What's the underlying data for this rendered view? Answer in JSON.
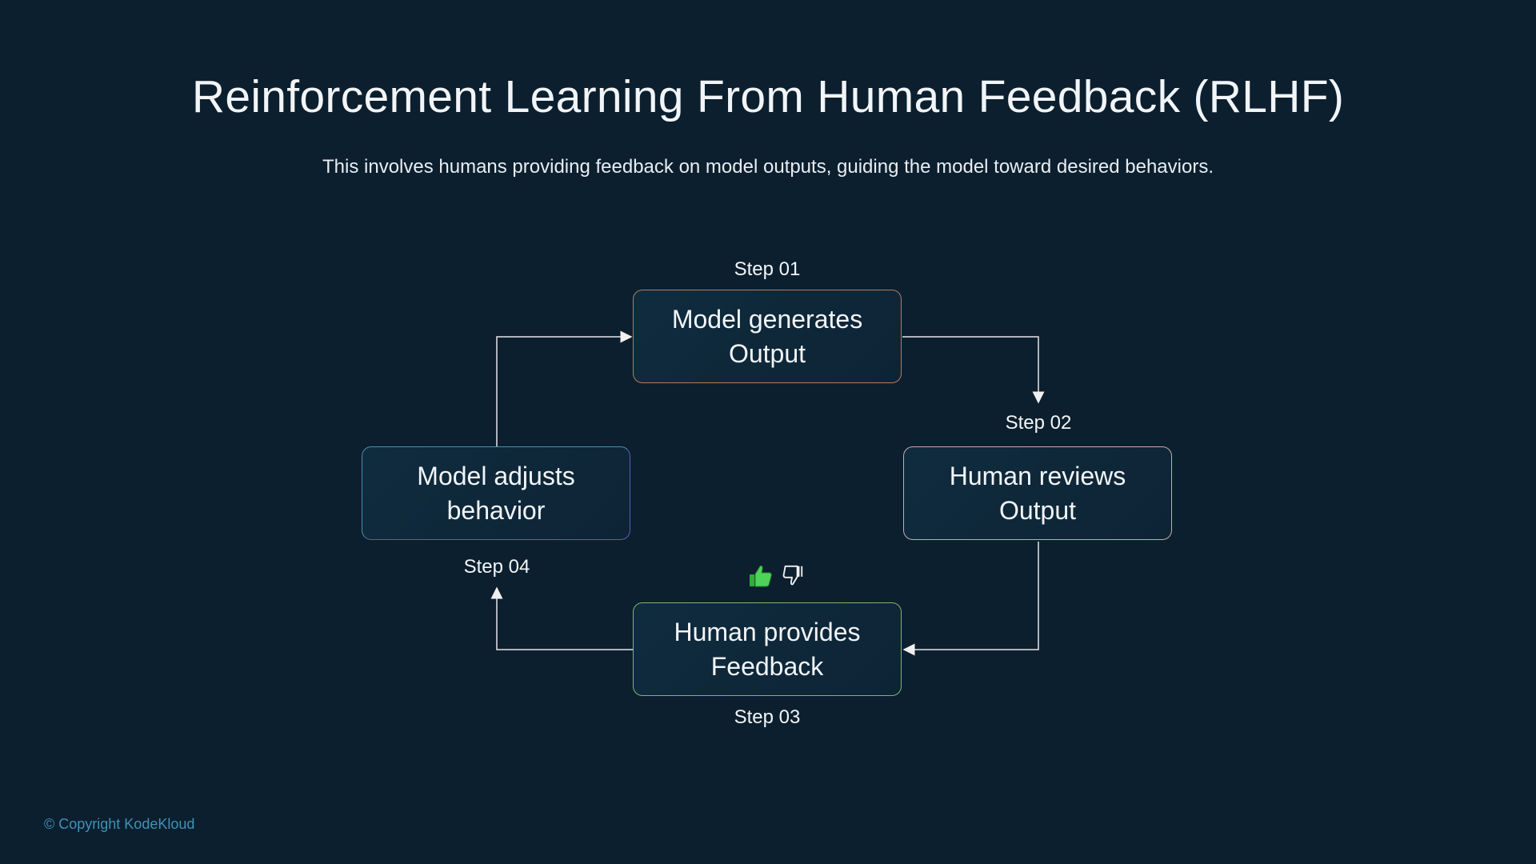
{
  "title": "Reinforcement Learning From Human Feedback (RLHF)",
  "subtitle": "This involves humans providing feedback on model outputs, guiding the model toward desired behaviors.",
  "steps": [
    {
      "label": "Step 01",
      "line1": "Model generates",
      "line2": "Output",
      "border": "#b57d5c"
    },
    {
      "label": "Step 02",
      "line1": "Human reviews",
      "line2": "Output",
      "border": "#c9a9b0"
    },
    {
      "label": "Step 03",
      "line1": "Human provides",
      "line2": "Feedback",
      "border": "#7fb86a"
    },
    {
      "label": "Step 04",
      "line1": "Model adjusts",
      "line2": "behavior",
      "border": "#4a8fb0"
    }
  ],
  "feedback_icons": [
    "thumbs-up-icon",
    "thumbs-down-icon"
  ],
  "copyright": "© Copyright KodeKloud"
}
